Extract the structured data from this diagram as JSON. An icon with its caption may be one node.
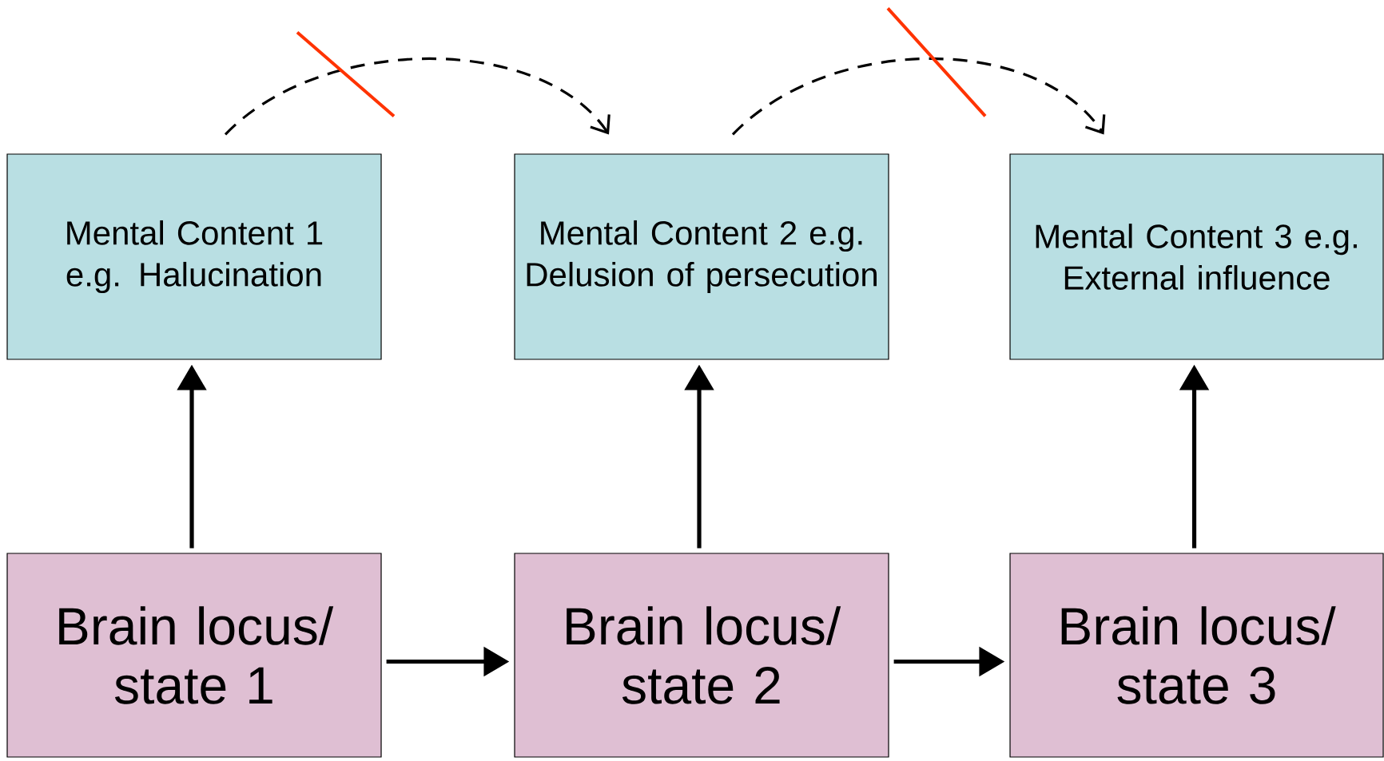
{
  "diagram": {
    "nodes": [
      {
        "text": [
          "Mental Content 1 e.g. Halucination"
        ]
      },
      {
        "text": [
          "Mental Content 2 e.g. Delusion of persecution"
        ]
      },
      {
        "text": [
          "Mental Content 3 e.g. External influence"
        ]
      },
      {
        "text": [
          "Brain locus/ state 1"
        ]
      },
      {
        "text": [
          "Brain locus/ state 2"
        ]
      },
      {
        "text": [
          "Brain locus/ state 3"
        ]
      }
    ],
    "edges": [
      {
        "from": 0,
        "to": 1,
        "arrow": "to",
        "style": "dashed"
      },
      {
        "from": 1,
        "to": 2,
        "arrow": "to",
        "style": "dashed"
      },
      {
        "from": 3,
        "to": 0,
        "arrow": "to"
      },
      {
        "from": 4,
        "to": 1,
        "arrow": "to"
      },
      {
        "from": 5,
        "to": 2,
        "arrow": "to"
      },
      {
        "from": 3,
        "to": 4,
        "arrow": "to"
      },
      {
        "from": 4,
        "to": 5,
        "arrow": "to"
      }
    ]
  }
}
